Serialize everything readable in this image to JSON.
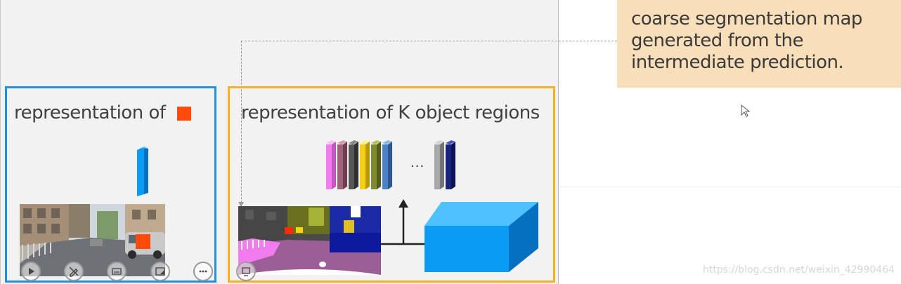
{
  "callout": {
    "text": "coarse segmentation map\ngenerated from the\nintermediate prediction."
  },
  "left_panel": {
    "title": "representation of"
  },
  "right_panel": {
    "title": "representation of K object regions",
    "ellipsis": "..."
  },
  "watermark": "https://blog.csdn.net/weixin_42990464",
  "colors": {
    "blue_box": "#1e90e8",
    "orange_box": "#f4b224",
    "pixel_marker": "#fd4a0b",
    "feature_cube": "#0a9cf5",
    "callout_bg": "#f8dfba"
  },
  "region_bars": [
    "#f27bf0",
    "#a0627a",
    "#555555",
    "#f3d11b",
    "#7d8a2e",
    "#4a80c8",
    "#a8a8a8",
    "#1a237e"
  ],
  "controls": [
    "play-icon",
    "pen-off-icon",
    "subtitles-icon",
    "slide-view-icon",
    "more-icon",
    "screen-icon"
  ]
}
